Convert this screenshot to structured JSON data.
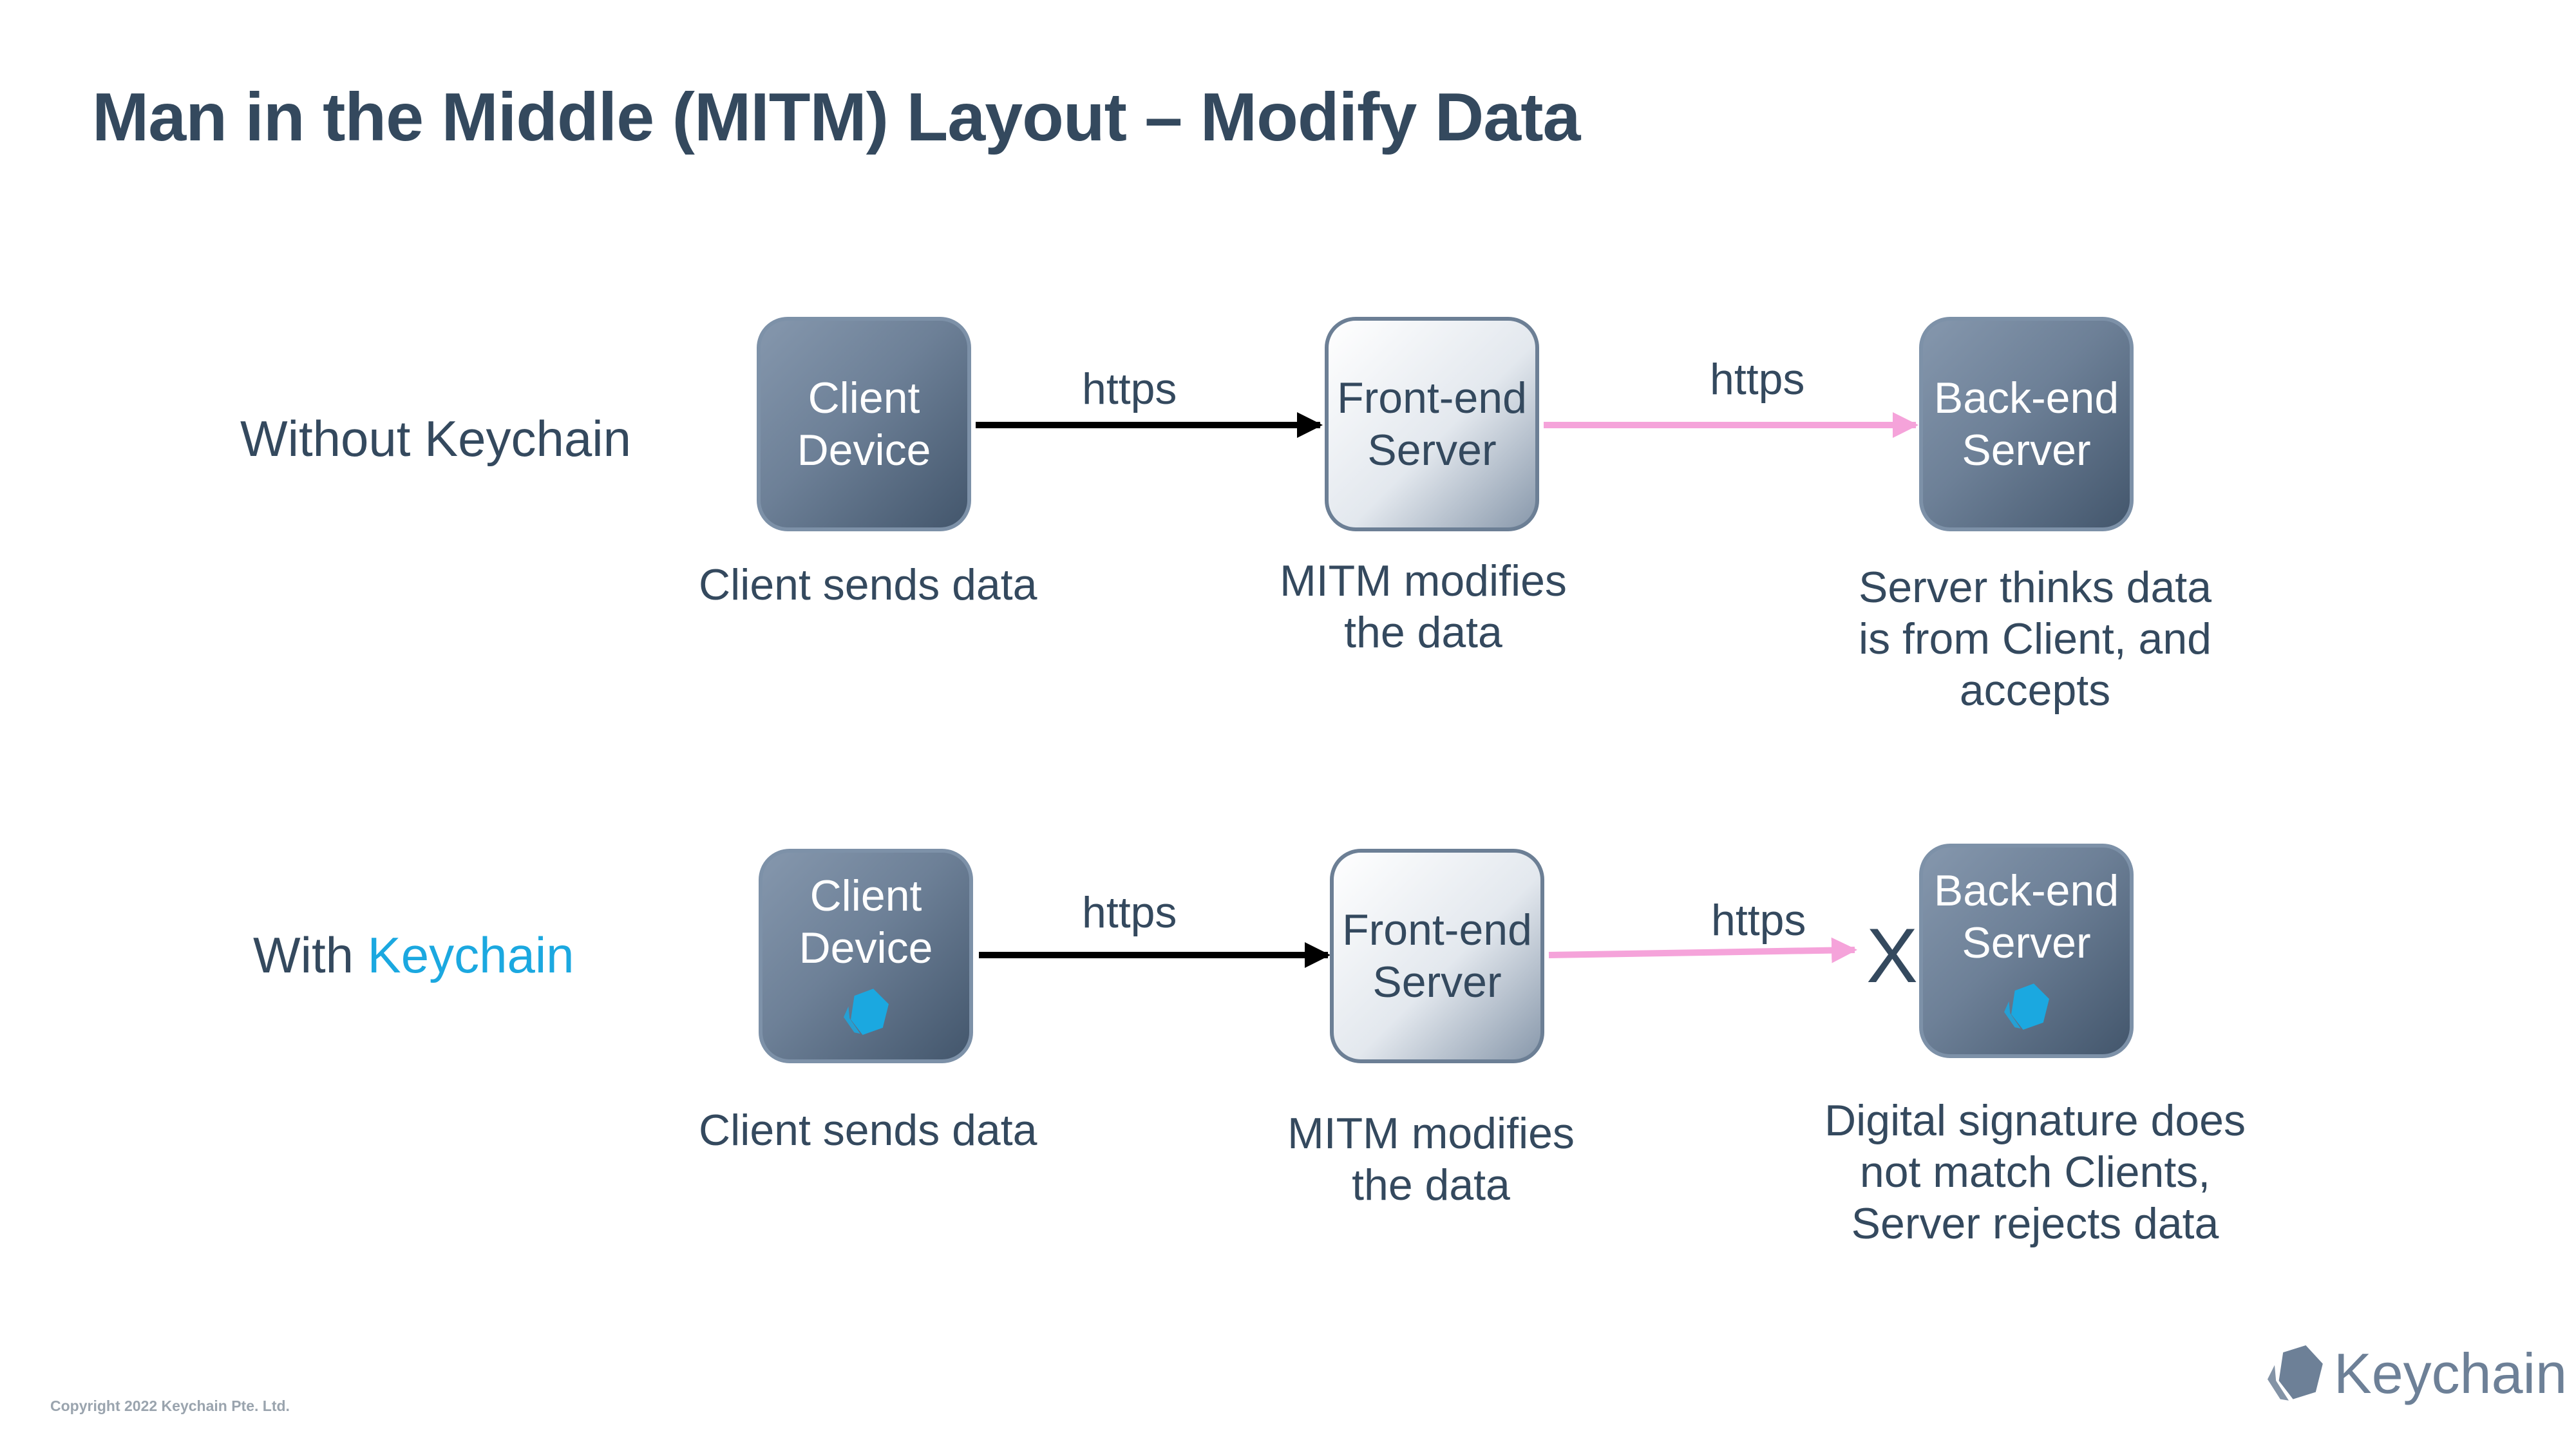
{
  "title": "Man in the Middle (MITM) Layout – Modify Data",
  "colors": {
    "accent": "#1ba8e0",
    "text": "#34495e",
    "arrow_trusted": "#000000",
    "arrow_tampered": "#f5a3da"
  },
  "rows": [
    {
      "label": "Without Keychain",
      "label_prefix": "",
      "label_brand": "",
      "nodes": [
        {
          "label_line1": "Client",
          "label_line2": "Device",
          "style": "dark",
          "icon": ""
        },
        {
          "label_line1": "Front-end",
          "label_line2": "Server",
          "style": "light",
          "icon": ""
        },
        {
          "label_line1": "Back-end",
          "label_line2": "Server",
          "style": "dark",
          "icon": ""
        }
      ],
      "edges": [
        {
          "label": "https",
          "from": 0,
          "to": 1,
          "color": "#000000"
        },
        {
          "label": "https",
          "from": 1,
          "to": 2,
          "color": "#f5a3da"
        }
      ],
      "captions": [
        {
          "lines": [
            "Client sends data"
          ]
        },
        {
          "lines": [
            "MITM modifies",
            "the data"
          ]
        },
        {
          "lines": [
            "Server thinks data",
            "is from Client, and",
            "accepts"
          ]
        }
      ]
    },
    {
      "label": "",
      "label_prefix": "With ",
      "label_brand": "Keychain",
      "nodes": [
        {
          "label_line1": "Client",
          "label_line2": "Device",
          "style": "dark",
          "icon": "keychain-logo-icon"
        },
        {
          "label_line1": "Front-end",
          "label_line2": "Server",
          "style": "light",
          "icon": ""
        },
        {
          "label_line1": "Back-end",
          "label_line2": "Server",
          "style": "dark",
          "icon": "keychain-logo-icon"
        }
      ],
      "edges": [
        {
          "label": "https",
          "from": 0,
          "to": 1,
          "color": "#000000"
        },
        {
          "label": "https",
          "from": 1,
          "to": 2,
          "color": "#f5a3da",
          "blocked": true
        }
      ],
      "reject_mark": "X",
      "captions": [
        {
          "lines": [
            "Client sends data"
          ]
        },
        {
          "lines": [
            "MITM modifies",
            "the data"
          ]
        },
        {
          "lines": [
            "Digital signature does",
            "not match Clients,",
            "Server rejects data"
          ]
        }
      ]
    }
  ],
  "footer": {
    "copyright": "Copyright 2022 Keychain Pte. Ltd.",
    "brand": "Keychain",
    "brand_icon": "keychain-logo-icon"
  }
}
